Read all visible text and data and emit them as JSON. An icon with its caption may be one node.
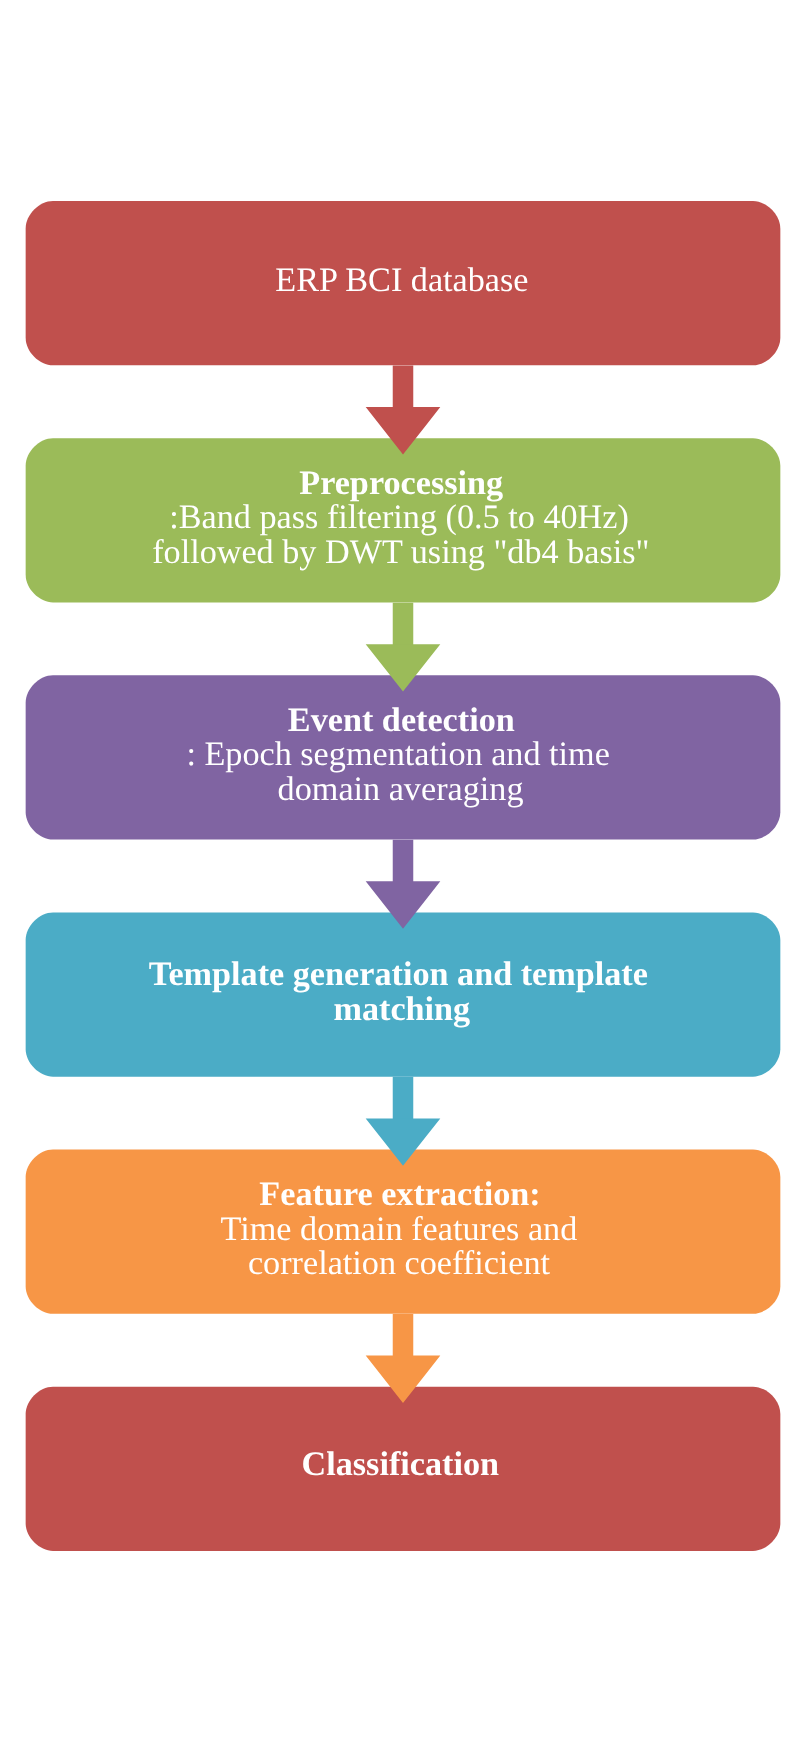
{
  "diagram": {
    "nodes": [
      {
        "text": [
          "ERP BCI database"
        ]
      },
      {
        "text": [
          "Preprocessing",
          ":Band pass filtering (0.5 to 40Hz) followed by DWT using \"db4 basis\""
        ]
      },
      {
        "text": [
          "Event detection",
          ": Epoch segmentation and time domain averaging"
        ]
      },
      {
        "text": [
          "Template generation and template matching"
        ]
      },
      {
        "text": [
          "Feature extraction:",
          "Time domain features and correlation coefficient"
        ]
      },
      {
        "text": [
          "Classification"
        ]
      }
    ],
    "edges": [
      {
        "from": 0,
        "to": 1,
        "arrow": "to",
        "color": "#c0504d"
      },
      {
        "from": 1,
        "to": 2,
        "arrow": "to",
        "color": "#9bbb59"
      },
      {
        "from": 2,
        "to": 3,
        "arrow": "to",
        "color": "#8064a2"
      },
      {
        "from": 3,
        "to": 4,
        "arrow": "to",
        "color": "#4bacc6"
      },
      {
        "from": 4,
        "to": 5,
        "arrow": "to",
        "color": "#f79646"
      }
    ]
  }
}
